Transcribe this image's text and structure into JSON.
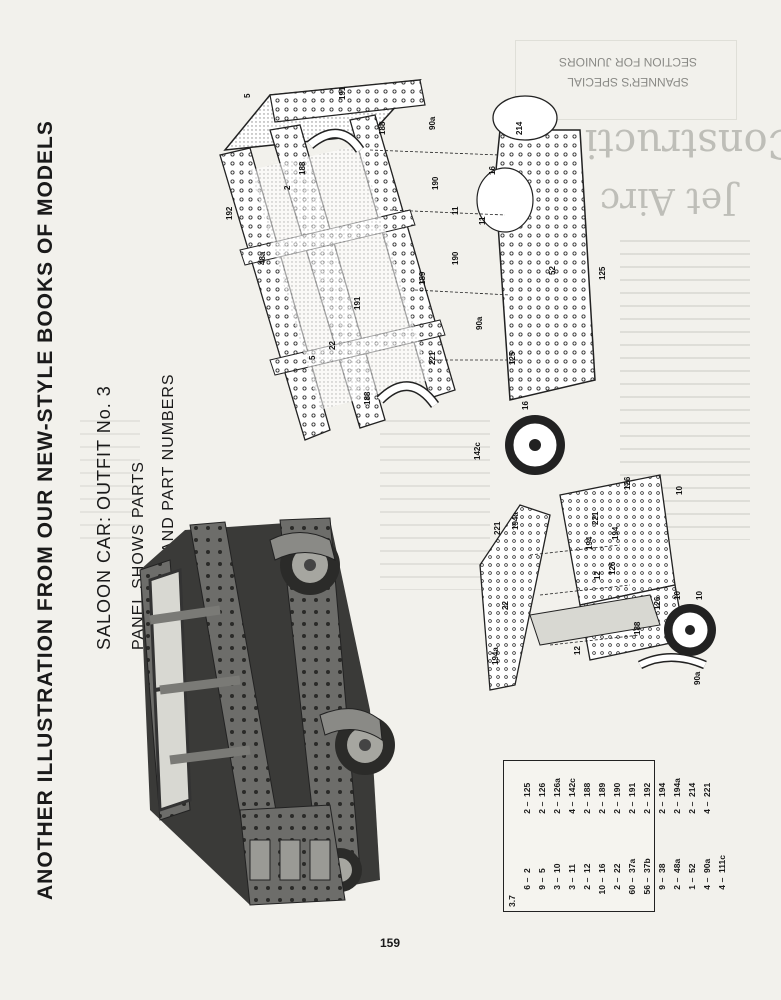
{
  "headings": {
    "main_title": "ANOTHER ILLUSTRATION FROM OUR NEW-STYLE BOOKS OF MODELS",
    "model_title": "SALOON CAR: OUTFIT No. 3",
    "panel_line1": "PANEL SHOWS PARTS",
    "panel_line2": "REQUIRED AND PART NUMBERS"
  },
  "ghost": {
    "panel_line1": "SPANNER'S SPECIAL",
    "panel_line2": "SECTION FOR JUNIORS",
    "heading1": "Constructi",
    "heading2": "Jet Airc"
  },
  "diagram_labels": {
    "main": [
      "5",
      "191",
      "188",
      "90a",
      "214",
      "192",
      "188",
      "2",
      "16",
      "11",
      "190",
      "48a",
      "11",
      "52",
      "125",
      "189",
      "190",
      "191",
      "90a",
      "5",
      "22",
      "221",
      "125",
      "188",
      "16",
      "142c"
    ],
    "secondary": [
      "126",
      "10",
      "194a",
      "221",
      "194",
      "126",
      "221",
      "12",
      "194",
      "10",
      "10",
      "194a",
      "188",
      "126",
      "12",
      "90a",
      "22"
    ]
  },
  "parts_table": {
    "corner_label": "3.7",
    "rows": [
      {
        "l_count": "6",
        "l_part": "2",
        "r_count": "2",
        "r_part": "125"
      },
      {
        "l_count": "9",
        "l_part": "5",
        "r_count": "2",
        "r_part": "126"
      },
      {
        "l_count": "3",
        "l_part": "10",
        "r_count": "2",
        "r_part": "126a"
      },
      {
        "l_count": "3",
        "l_part": "11",
        "r_count": "4",
        "r_part": "142c"
      },
      {
        "l_count": "2",
        "l_part": "12",
        "r_count": "2",
        "r_part": "188"
      },
      {
        "l_count": "10",
        "l_part": "16",
        "r_count": "2",
        "r_part": "189"
      },
      {
        "l_count": "2",
        "l_part": "22",
        "r_count": "2",
        "r_part": "190"
      },
      {
        "l_count": "60",
        "l_part": "37a",
        "r_count": "2",
        "r_part": "191"
      },
      {
        "l_count": "56",
        "l_part": "37b",
        "r_count": "2",
        "r_part": "192"
      },
      {
        "l_count": "9",
        "l_part": "38",
        "r_count": "2",
        "r_part": "194"
      },
      {
        "l_count": "2",
        "l_part": "48a",
        "r_count": "2",
        "r_part": "194a"
      },
      {
        "l_count": "1",
        "l_part": "52",
        "r_count": "2",
        "r_part": "214"
      },
      {
        "l_count": "4",
        "l_part": "90a",
        "r_count": "4",
        "r_part": "221"
      },
      {
        "l_count": "4",
        "l_part": "111c",
        "r_count": "",
        "r_part": ""
      }
    ]
  },
  "footer": {
    "page_number": "159"
  }
}
